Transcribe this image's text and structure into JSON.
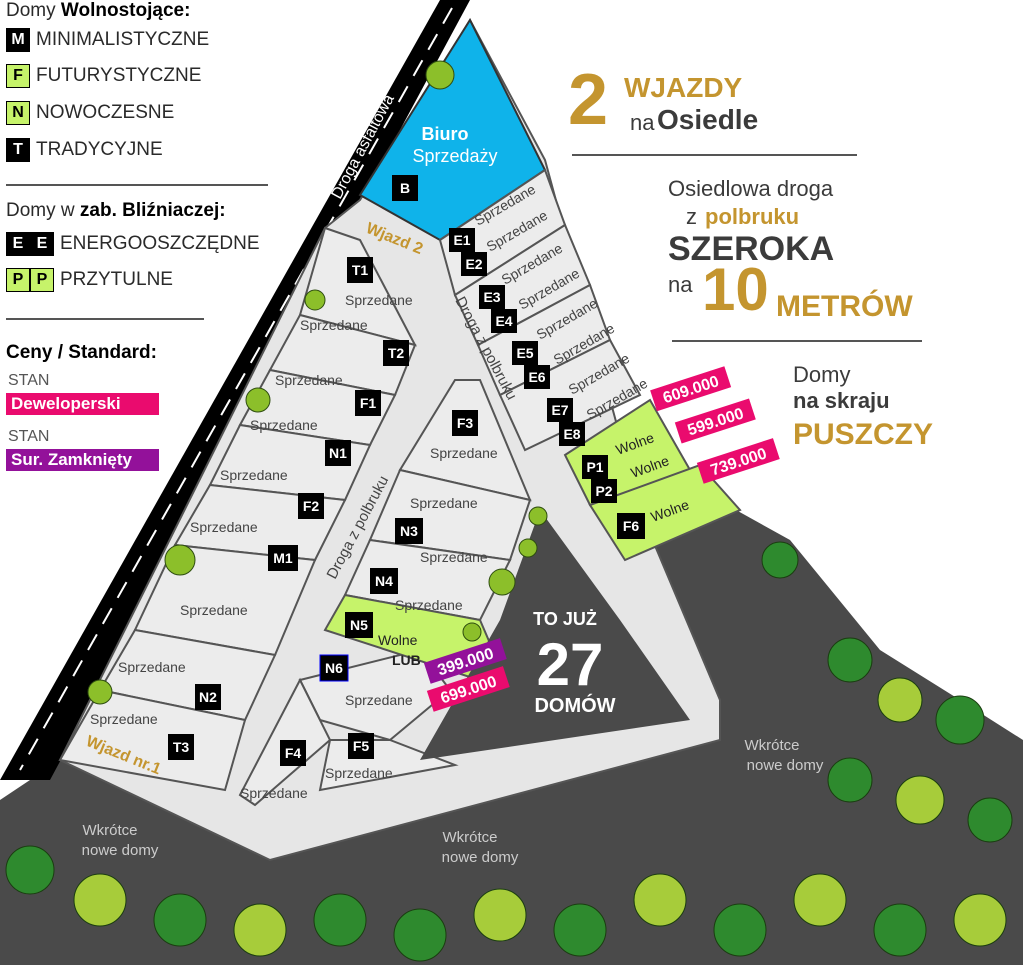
{
  "legend": {
    "detached_heading_prefix": "Domy ",
    "detached_heading_bold": "Wolnostojące:",
    "detached": [
      {
        "code": "M",
        "label": "MINIMALISTYCZNE",
        "style": "black"
      },
      {
        "code": "F",
        "label": "FUTURYSTYCZNE",
        "style": "green"
      },
      {
        "code": "N",
        "label": "NOWOCZESNE",
        "style": "green"
      },
      {
        "code": "T",
        "label": "TRADYCYJNE",
        "style": "black"
      }
    ],
    "twin_heading_prefix": "Domy w ",
    "twin_heading_bold": "zab. Bliźniaczej:",
    "twin": [
      {
        "code": "E",
        "label": "ENERGOOSZCZĘDNE",
        "style": "black"
      },
      {
        "code": "P",
        "label": "PRZYTULNE",
        "style": "green"
      }
    ],
    "prices_heading": "Ceny / Standard:",
    "stan_label": "STAN",
    "standard_dev": "Deweloperski",
    "standard_closed": "Sur. Zamknięty"
  },
  "promo": {
    "entries_number": "2",
    "entries_word": "WJAZDY",
    "entries_na": "na",
    "entries_place": "Osiedle",
    "road_line1": "Osiedlowa droga",
    "road_z": "z",
    "road_material": "polbruku",
    "road_wide": "SZEROKA",
    "road_na": "na",
    "road_width_num": "10",
    "road_width_unit": "METRÓW",
    "forest_line1": "Domy",
    "forest_line2": "na skraju",
    "forest_line3": "PUSZCZY"
  },
  "map": {
    "asphalt_road": "Droga asfaltowa",
    "entry2": "Wjazd 2",
    "entry1": "Wjazd nr.1",
    "paved_road_a": "Droga z polbruku",
    "paved_road_b": "Droga z polbruku",
    "office_line1": "Biuro",
    "office_line2": "Sprzedaży",
    "office_code": "B",
    "center_line1": "TO JUŻ",
    "center_number": "27",
    "center_line3": "DOMÓW",
    "soon_left_1": "Wkrótce",
    "soon_left_2": "nowe domy",
    "soon_mid_1": "Wkrótce",
    "soon_mid_2": "nowe domy",
    "soon_right_1": "Wkrótce",
    "soon_right_2": "nowe domy",
    "sold": "Sprzedane",
    "free": "Wolne",
    "or_label": "LUB",
    "plot_codes": {
      "T1": "T1",
      "T2": "T2",
      "F1": "F1",
      "N1": "N1",
      "F2": "F2",
      "M1": "M1",
      "N2": "N2",
      "T3": "T3",
      "F3": "F3",
      "N3": "N3",
      "N4": "N4",
      "N5": "N5",
      "N6": "N6",
      "F4": "F4",
      "F5": "F5",
      "E1": "E1",
      "E2": "E2",
      "E3": "E3",
      "E4": "E4",
      "E5": "E5",
      "E6": "E6",
      "E7": "E7",
      "E8": "E8",
      "P1": "P1",
      "P2": "P2",
      "F6": "F6"
    },
    "prices": {
      "P1": "609.000",
      "P2": "599.000",
      "F6": "739.000",
      "N5_closed": "399.000",
      "N5_dev": "699.000"
    }
  },
  "colors": {
    "asphalt": "#000000",
    "plot": "#ececec",
    "free_plot": "#c6f36a",
    "office": "#0fb3ea",
    "dark_area": "#4a4a4a",
    "accent_gold": "#c4952f",
    "price_pink": "#ea0b6e",
    "price_purple": "#93119a"
  }
}
